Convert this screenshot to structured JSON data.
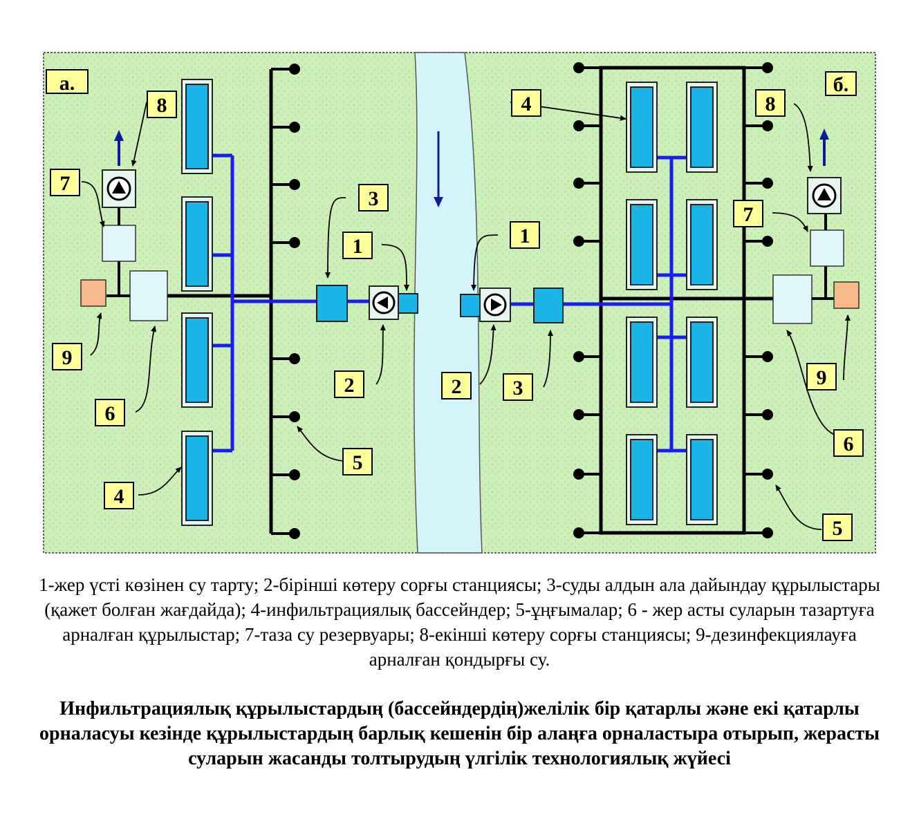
{
  "diagram": {
    "left_panel_letter": "a.",
    "right_panel_letter": "б.",
    "colors": {
      "ground": "#ccf0b8",
      "river": "#d4f4fb",
      "basin": "#19b4e8",
      "pipe": "#1a1aff",
      "label_fill": "#ffff99",
      "tank": "#dff6fb",
      "disinfection": "#f8b98a",
      "arrow_blue": "#0d1a9a"
    },
    "labels": {
      "intake": "1",
      "pump1": "2",
      "pretreatment": "3",
      "basins": "4",
      "wells": "5",
      "treatment": "6",
      "reservoir": "7",
      "pump2": "8",
      "disinfection": "9"
    }
  },
  "caption": "1-жер үсті көзінен су тарту; 2-бірінші көтеру сорғы станциясы; 3-суды алдын ала дайындау құрылыстары (қажет болған жағдайда); 4-инфильтрациялық бассейндер; 5-ұңғымалар; 6 - жер асты суларын тазартуға арналған құрылыстар; 7-таза су резервуары; 8-екінші көтеру сорғы станциясы; 9-дезинфекциялауға арналған қондырғы су.",
  "title": "Инфильтрациялық құрылыстардың (бассейндердің)желілік бір қатарлы және екі қатарлы орналасуы кезінде құрылыстардың барлық кешенін бір алаңға орналастыра отырып, жерасты суларын жасанды толтырудың үлгілік технологиялық жүйесі"
}
